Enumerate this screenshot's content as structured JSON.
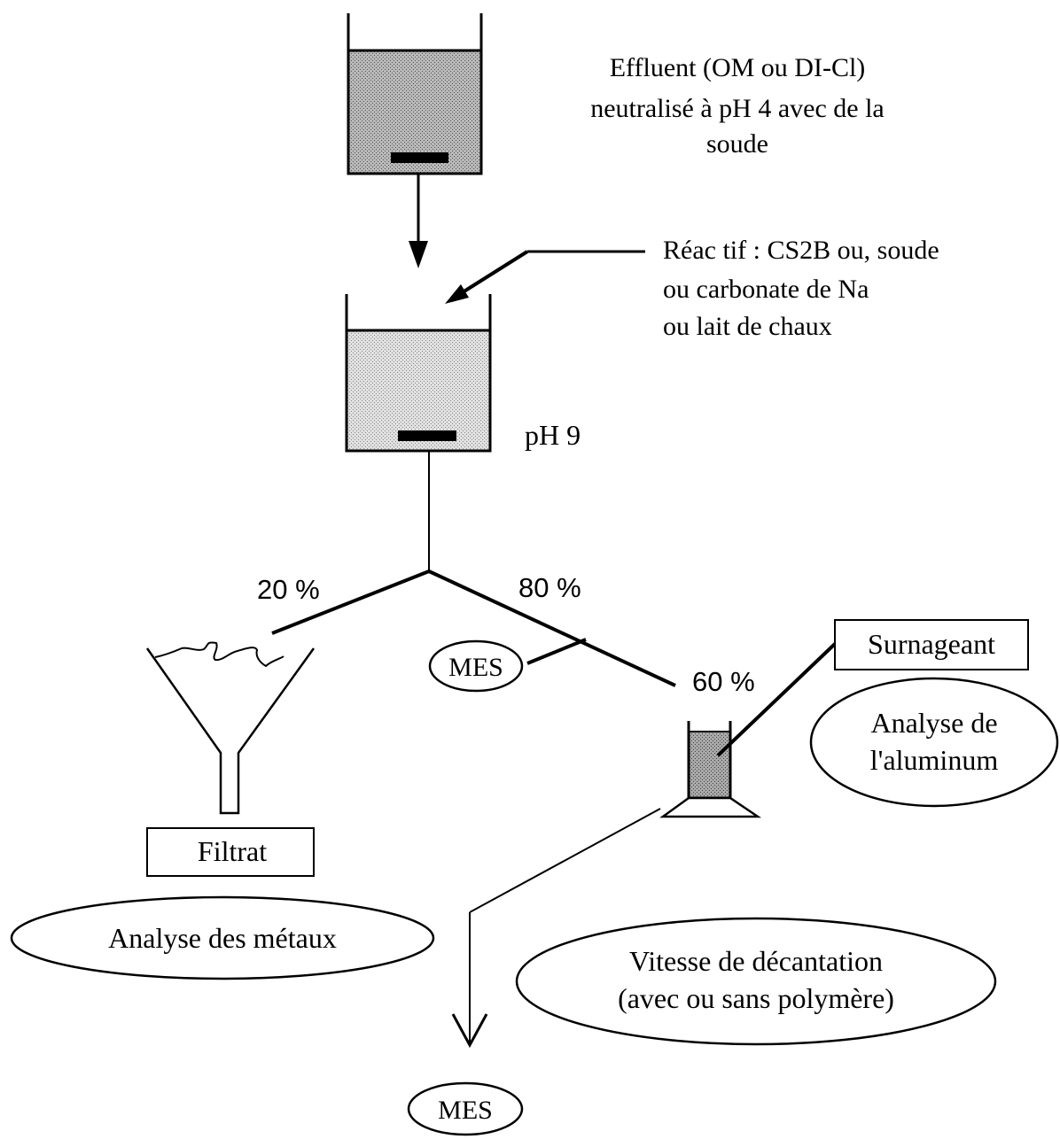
{
  "texts": {
    "effluent_line1": "Effluent (OM ou DI-Cl)",
    "effluent_line2": "neutralisé à pH 4 avec de la",
    "effluent_line3": "soude",
    "reactif_line1": "Réac tif : CS2B ou, soude",
    "reactif_line2": "ou carbonate de Na",
    "reactif_line3": "ou lait de chaux",
    "ph9": "pH 9",
    "pct_20": "20 %",
    "pct_80": "80 %",
    "pct_60": "60 %",
    "mes_top": "MES",
    "mes_bottom": "MES",
    "surnageant": "Surnageant",
    "analyse_alu_line1": "Analyse de",
    "analyse_alu_line2": "l'aluminum",
    "filtrat": "Filtrat",
    "analyse_metaux": "Analyse des métaux",
    "vitesse_line1": "Vitesse de décantation",
    "vitesse_line2": "(avec ou sans polymère)"
  }
}
